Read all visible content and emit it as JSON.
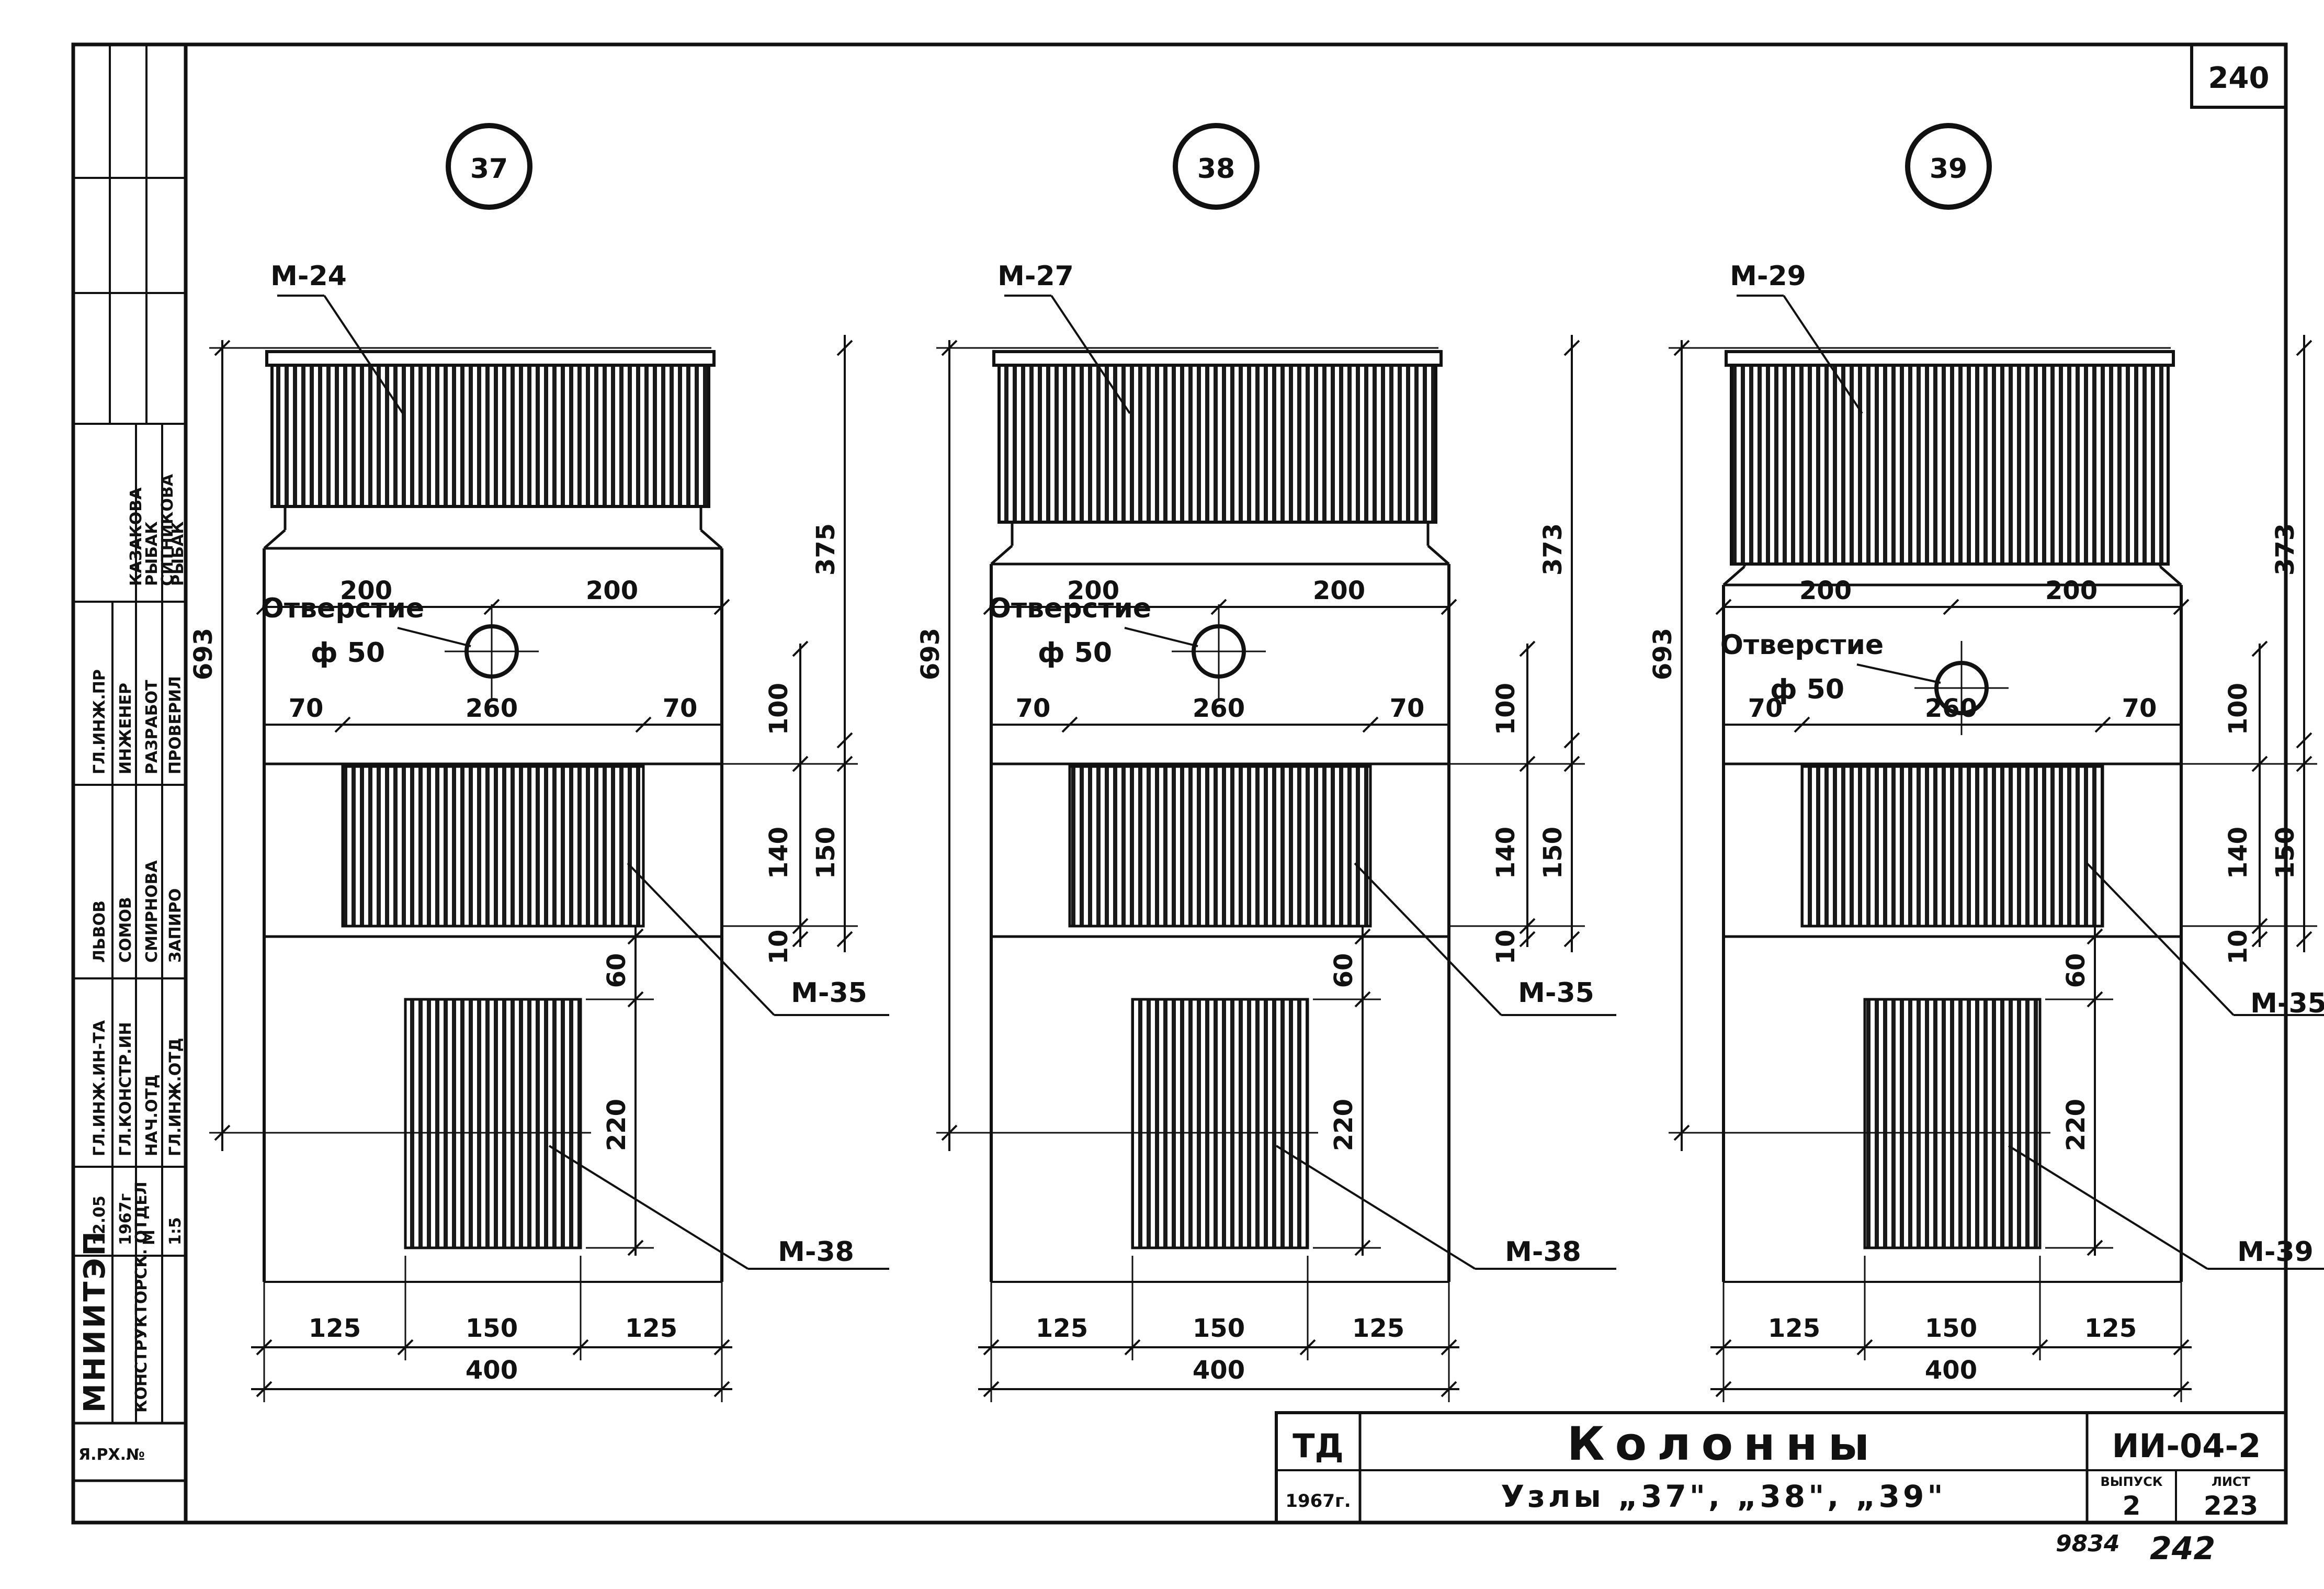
{
  "sheet": {
    "page_number": "240",
    "footer_code": "9834",
    "footer_page": "242"
  },
  "stamp": {
    "org": "МНИИТЭП",
    "dept": "КОНСТРУКТОРСК. ОТДЕЛ",
    "date": "12.05",
    "year": "1967г",
    "scale_label": "М",
    "scale": "1:5",
    "arch": "Я.РХ.№",
    "roles": [
      "ГЛ.ИНЖ.ПР",
      "ГЛ.ИНЖ.ИН-ТА",
      "ГЛ.КОНСТР.ИН",
      "НАЧ.ОТД",
      "ГЛ.ИНЖ.ОТД",
      "ИНЖЕНЕР",
      "РАЗРАБОТ",
      "ПРОВЕРИЛ"
    ],
    "names": [
      "КАЗАКОВА",
      "РЫБАК",
      "СИТНИКОВА",
      "РЫБАК",
      "ЛЬВОВ",
      "СОМОВ",
      "СМИРНОВА",
      "ЗАПИРО"
    ]
  },
  "title_block": {
    "series_label": "ТД",
    "series_year": "1967г.",
    "title": "Колонны",
    "subtitle": "Узлы „37\", „38\", „39\"",
    "doc_code": "ИИ-04-2",
    "issue_label": "ВЫПУСК",
    "issue": "2",
    "sheet_label": "ЛИСТ",
    "sheet_no": "223"
  },
  "nodes": [
    {
      "number": "37",
      "top_part": "М-24",
      "mid_part": "М-35",
      "bottom_part": "М-38",
      "hole_label": "Отверстие",
      "hole_dia": "ф 50",
      "dims": {
        "total": "693",
        "upper": "375",
        "d100": "100",
        "d140": "140",
        "d150": "150",
        "d10": "10",
        "d60": "60",
        "d220": "220",
        "half_left": "200",
        "half_right": "200",
        "edge_left": "70",
        "center": "260",
        "edge_right": "70",
        "b125l": "125",
        "b150": "150",
        "b125r": "125",
        "width": "400"
      }
    },
    {
      "number": "38",
      "top_part": "М-27",
      "mid_part": "М-35",
      "bottom_part": "М-38",
      "hole_label": "Отверстие",
      "hole_dia": "ф 50",
      "dims": {
        "total": "693",
        "upper": "373",
        "d100": "100",
        "d140": "140",
        "d150": "150",
        "d10": "10",
        "d60": "60",
        "d220": "220",
        "half_left": "200",
        "half_right": "200",
        "edge_left": "70",
        "center": "260",
        "edge_right": "70",
        "b125l": "125",
        "b150": "150",
        "b125r": "125",
        "width": "400"
      }
    },
    {
      "number": "39",
      "top_part": "М-29",
      "mid_part": "М-35",
      "bottom_part": "М-39",
      "hole_label": "Отверстие",
      "hole_dia": "ф 50",
      "dims": {
        "total": "693",
        "upper": "373",
        "d100": "100",
        "d140": "140",
        "d150": "150",
        "d10": "10",
        "d60": "60",
        "d220": "220",
        "half_left": "200",
        "half_right": "200",
        "edge_left": "70",
        "center": "260",
        "edge_right": "70",
        "b125l": "125",
        "b150": "150",
        "b125r": "125",
        "width": "400"
      }
    }
  ]
}
